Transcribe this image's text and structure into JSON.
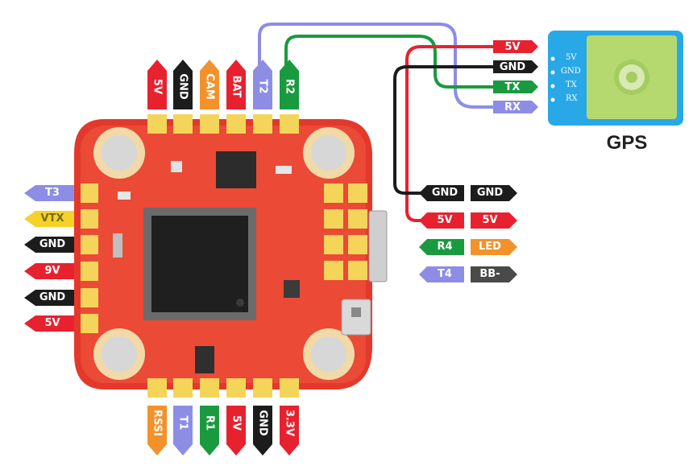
{
  "gps": {
    "title": "GPS",
    "pins": [
      "5V",
      "GND",
      "TX",
      "RX"
    ],
    "wire_tags": [
      "5V",
      "GND",
      "TX",
      "RX"
    ]
  },
  "top_pads": [
    "5V",
    "GND",
    "CAM",
    "BAT",
    "T2",
    "R2"
  ],
  "left_pads": [
    "T3",
    "VTX",
    "GND",
    "9V",
    "GND",
    "5V"
  ],
  "bottom_pads": [
    "RSSI",
    "T1",
    "R1",
    "5V",
    "GND",
    "3.3V"
  ],
  "right_pads": [
    {
      "inner": "GND",
      "outer": "GND"
    },
    {
      "inner": "5V",
      "outer": "5V"
    },
    {
      "inner": "R4",
      "outer": "LED"
    },
    {
      "inner": "T4",
      "outer": "BB-"
    }
  ],
  "colors": {
    "red": "#e8212f",
    "black": "#1c1c1c",
    "orange": "#f3922a",
    "purple": "#8d8de6",
    "green": "#1a9a3f",
    "yellow": "#f5d22a",
    "gray": "#4a4a4a",
    "gps_blue": "#29a8e8",
    "gps_module": "#b5d96e"
  }
}
